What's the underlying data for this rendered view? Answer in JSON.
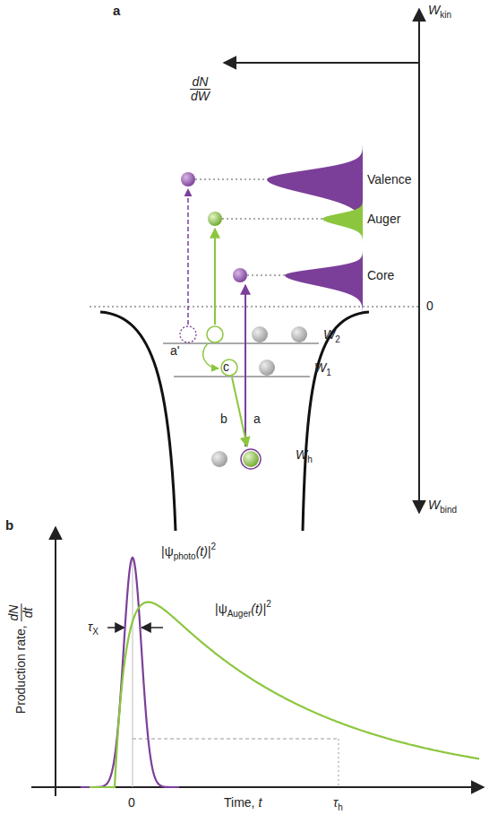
{
  "diagram": {
    "labels": [
      "a",
      "dN",
      "dW",
      "W",
      "kin",
      "Valence",
      "Auger",
      "Core",
      "a'",
      "c",
      "0",
      "W",
      "2",
      "W",
      "1",
      "b",
      "a",
      "W",
      "h",
      "W",
      "bind",
      "b",
      "Production rate,",
      "dN",
      "dt",
      "|ψ",
      "photo",
      "(t)|",
      "2",
      "|ψ",
      "Auger",
      "(t)|",
      "2",
      "τ",
      "X",
      "0",
      "Time, ",
      "t",
      "τ",
      "h"
    ]
  }
}
